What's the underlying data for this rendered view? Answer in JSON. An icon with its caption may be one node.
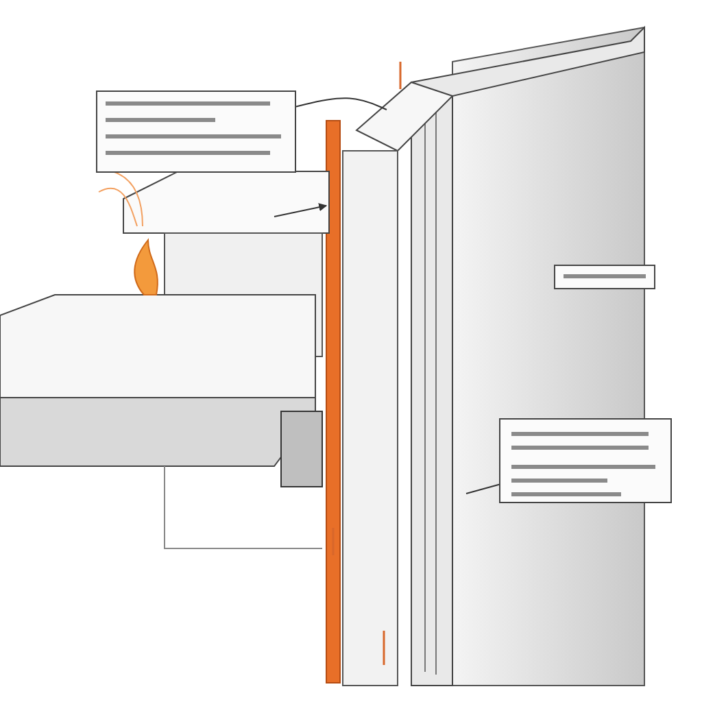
{
  "diagram": {
    "nodes": [
      {
        "text": [],
        "shape": "box"
      },
      {
        "text": [],
        "shape": "box"
      },
      {
        "text": [],
        "shape": "box"
      }
    ],
    "edges": [
      {
        "from": 0,
        "to": null,
        "arrow": "none"
      },
      {
        "from": 2,
        "to": null,
        "arrow": "none"
      }
    ]
  }
}
